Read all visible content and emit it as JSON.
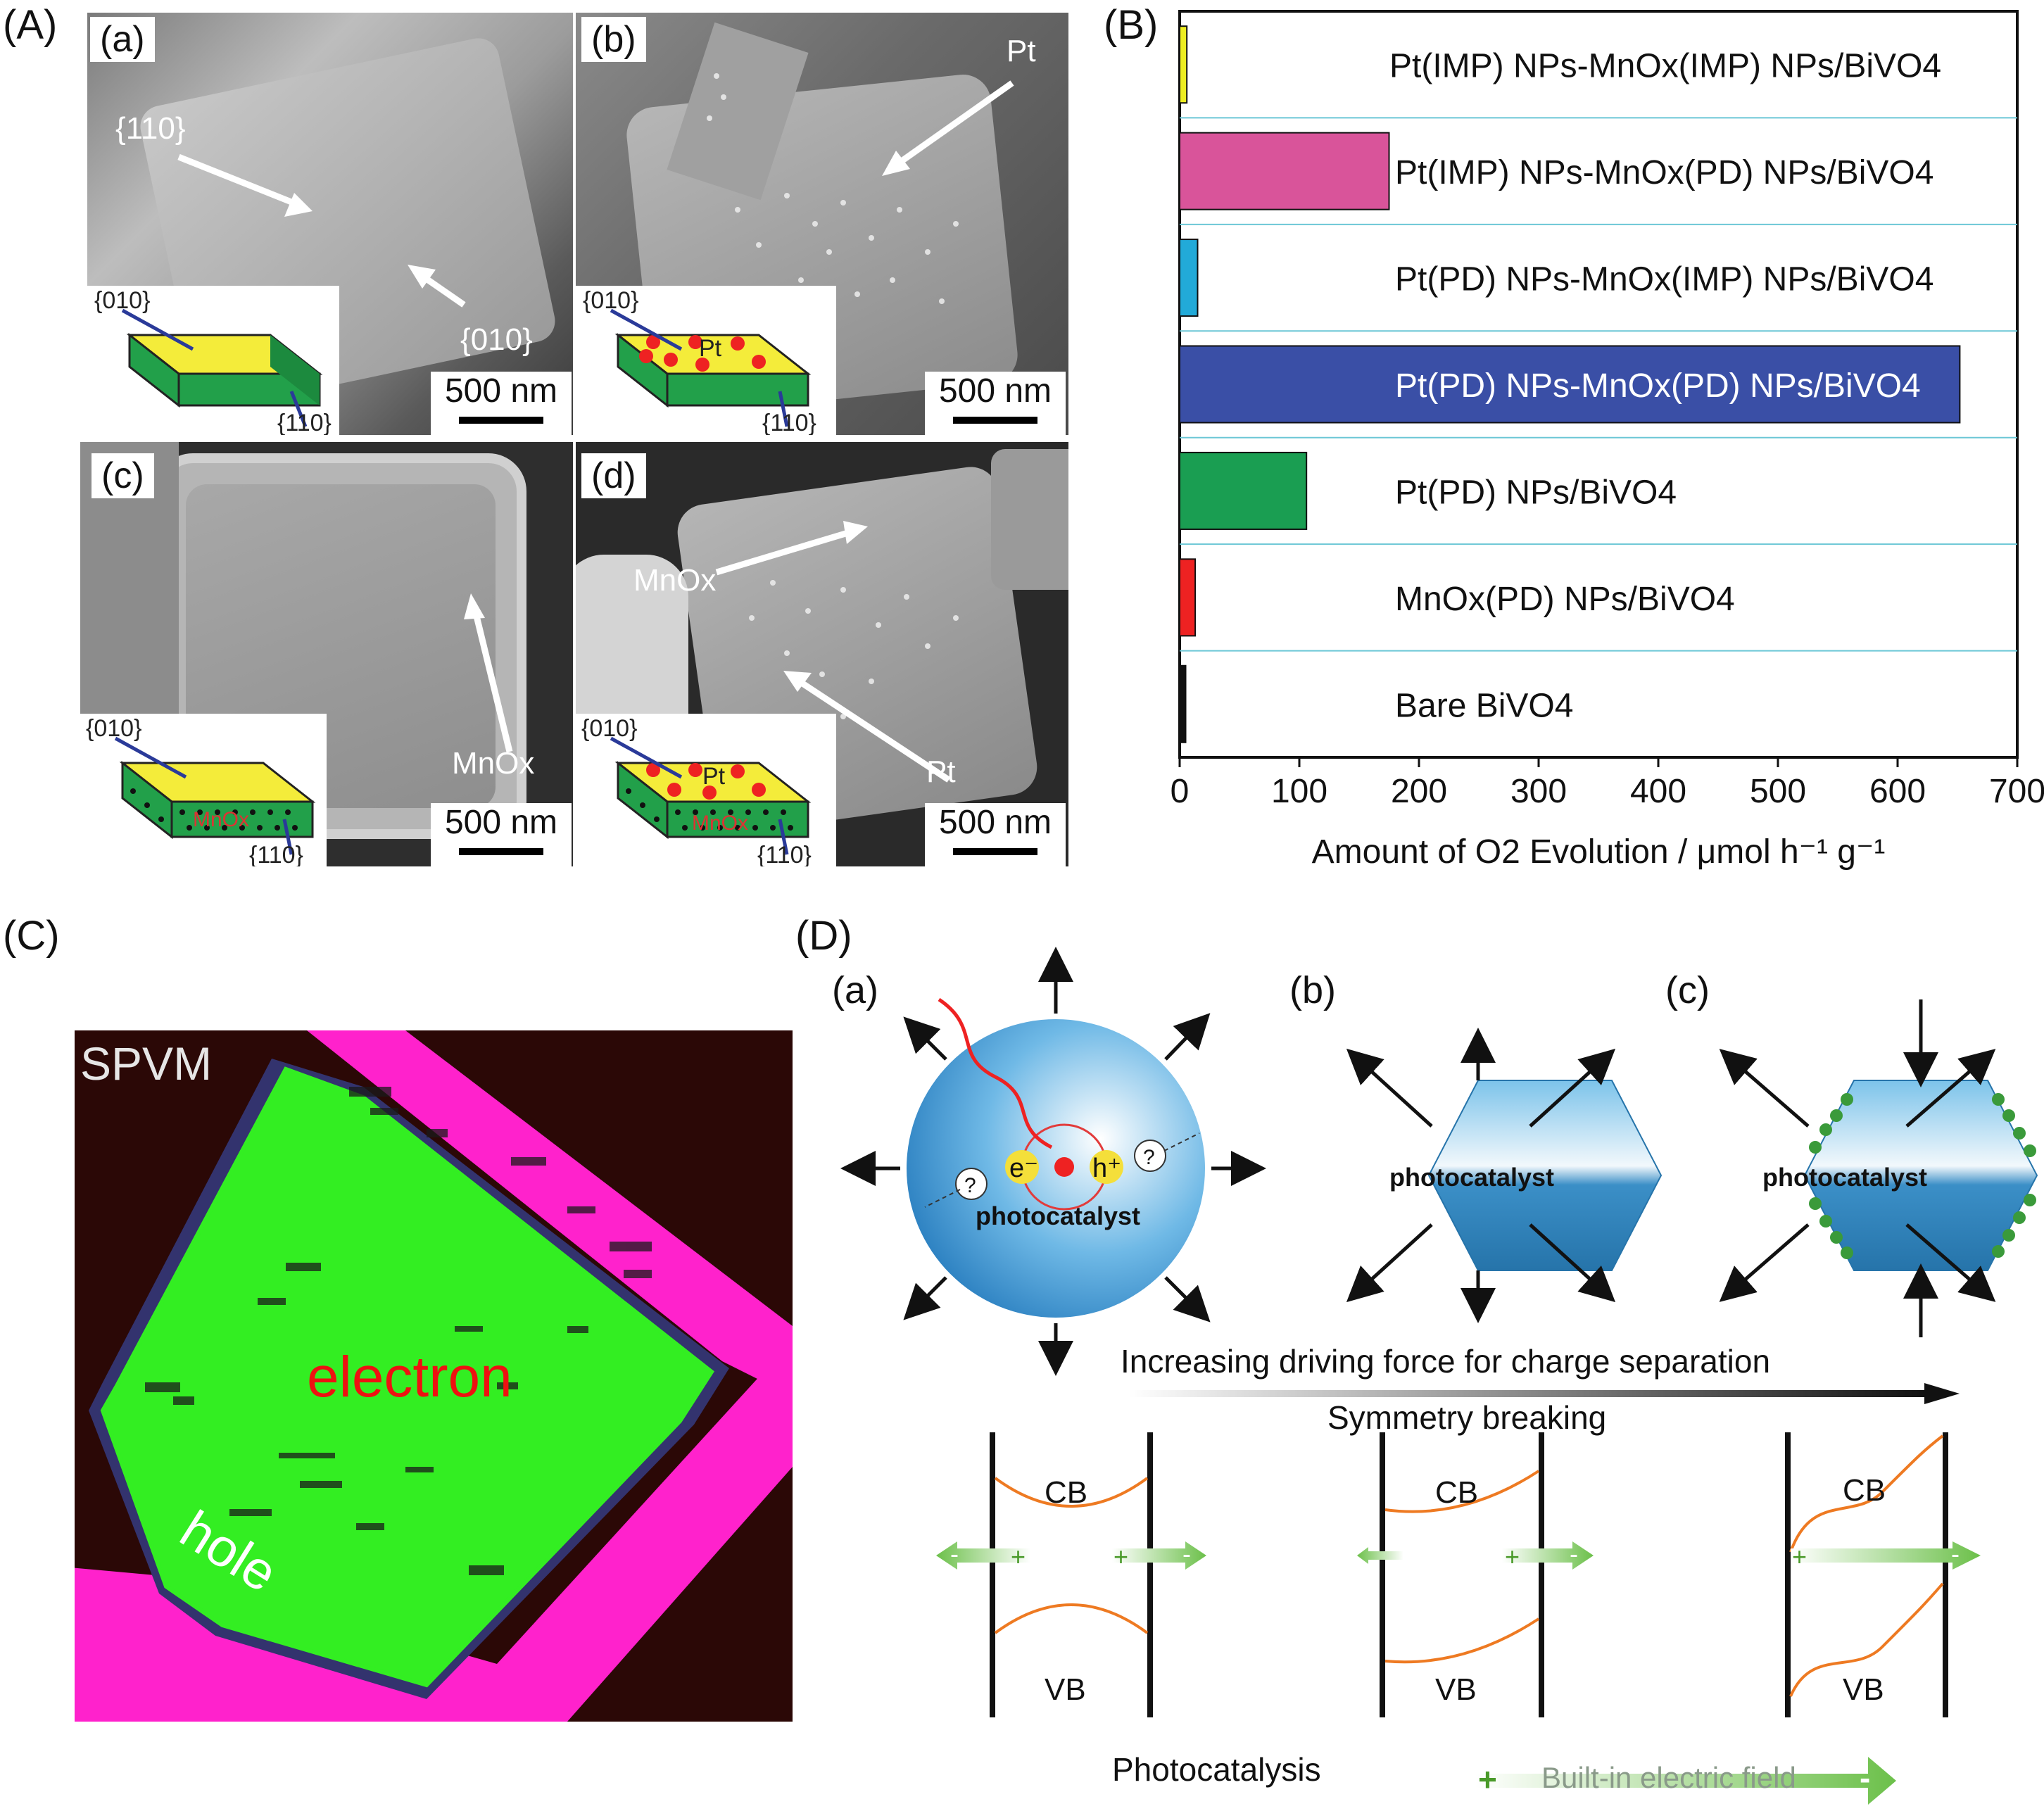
{
  "panels": {
    "A": "(A)",
    "B": "(B)",
    "C": "(C)",
    "D": "(D)"
  },
  "sem": {
    "a": {
      "label": "(a)",
      "scale": "500 nm",
      "arrow1": "{110}",
      "arrow2": "{010}",
      "inset_top": "{010}",
      "inset_side": "{110}"
    },
    "b": {
      "label": "(b)",
      "scale": "500 nm",
      "arrow1": "Pt",
      "inset_top": "{010}",
      "inset_mid": "Pt",
      "inset_side": "{110}"
    },
    "c": {
      "label": "(c)",
      "scale": "500 nm",
      "arrow1": "MnOx",
      "inset_top": "{010}",
      "inset_mid": "MnOx",
      "inset_side": "{110}"
    },
    "d": {
      "label": "(d)",
      "scale": "500 nm",
      "arrow1": "MnOx",
      "arrow2": "Pt",
      "inset_top": "{010}",
      "inset_mid": "Pt",
      "inset_mid2": "MnOx",
      "inset_side": "{110}"
    }
  },
  "chart_data": {
    "type": "bar",
    "orientation": "horizontal",
    "categories": [
      "Pt(IMP) NPs-MnOx(IMP) NPs/BiVO4",
      "Pt(IMP) NPs-MnOx(PD) NPs/BiVO4",
      "Pt(PD) NPs-MnOx(IMP) NPs/BiVO4",
      "Pt(PD) NPs-MnOx(PD) NPs/BiVO4",
      "Pt(PD) NPs/BiVO4",
      "MnOx(PD) NPs/BiVO4",
      "Bare BiVO4"
    ],
    "values": [
      6,
      175,
      15,
      652,
      106,
      13,
      5
    ],
    "colors": [
      "#eeee22",
      "#d9549a",
      "#22aad8",
      "#3a4fa6",
      "#1a9e52",
      "#ee2222",
      "#111111"
    ],
    "xlabel": "Amount of O2 Evolution / μmol h⁻¹ g⁻¹",
    "xlim": [
      0,
      700
    ],
    "xticks": [
      0,
      100,
      200,
      300,
      400,
      500,
      600,
      700
    ],
    "grid": "horizontal separators"
  },
  "spvm": {
    "title": "SPVM",
    "electron": "electron",
    "hole": "hole"
  },
  "mech": {
    "a": "(a)",
    "b": "(b)",
    "c": "(c)",
    "photocatalyst": "photocatalyst",
    "e": "e⁻",
    "h": "h⁺",
    "q": "?",
    "increasing": "Increasing driving force for charge separation",
    "symmetry": "Symmetry breaking",
    "cb": "CB",
    "vb": "VB",
    "plus": "+",
    "minus": "-",
    "photocatalysis": "Photocatalysis",
    "field": "Built-in electric field"
  }
}
